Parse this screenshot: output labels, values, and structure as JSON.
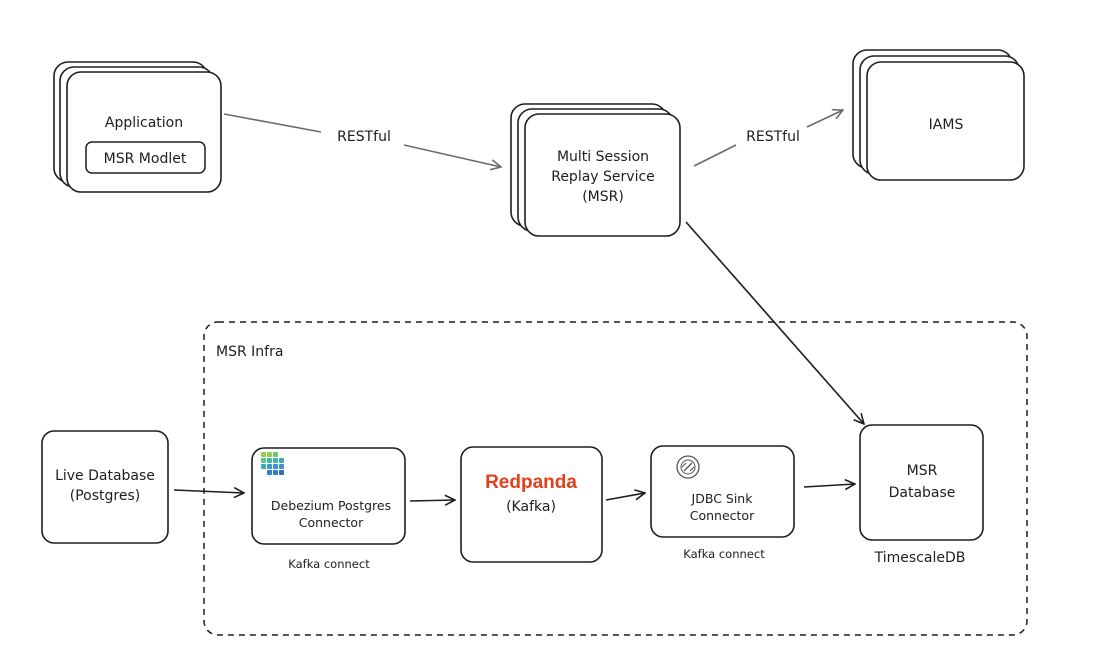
{
  "nodes": {
    "application": {
      "title": "Application",
      "inner": "MSR Modlet"
    },
    "msr_service": {
      "line1": "Multi Session",
      "line2": "Replay Service",
      "line3": "(MSR)"
    },
    "iams": {
      "label": "IAMS"
    },
    "live_db": {
      "line1": "Live Database",
      "line2": "(Postgres)"
    },
    "debezium": {
      "line1": "Debezium Postgres",
      "line2": "Connector",
      "caption": "Kafka connect"
    },
    "redpanda": {
      "brand": "Redpanda",
      "sub": "(Kafka)"
    },
    "jdbc_sink": {
      "line1": "JDBC Sink",
      "line2": "Connector",
      "caption": "Kafka connect"
    },
    "msr_db": {
      "line1": "MSR",
      "line2": "Database",
      "caption": "TimescaleDB"
    }
  },
  "group": {
    "label": "MSR Infra"
  },
  "edges": {
    "app_to_msr": "RESTful",
    "msr_to_iams": "RESTful"
  },
  "colors": {
    "stroke": "#1e1e1e",
    "edge_grey": "#6b6b6b",
    "redpanda_red": "#e2401c",
    "debezium_green_light": "#8fd14f",
    "debezium_teal": "#3fb8a5",
    "debezium_blue": "#3a8fd6"
  },
  "icons": [
    "debezium-logo-icon",
    "jdbc-connector-icon"
  ]
}
